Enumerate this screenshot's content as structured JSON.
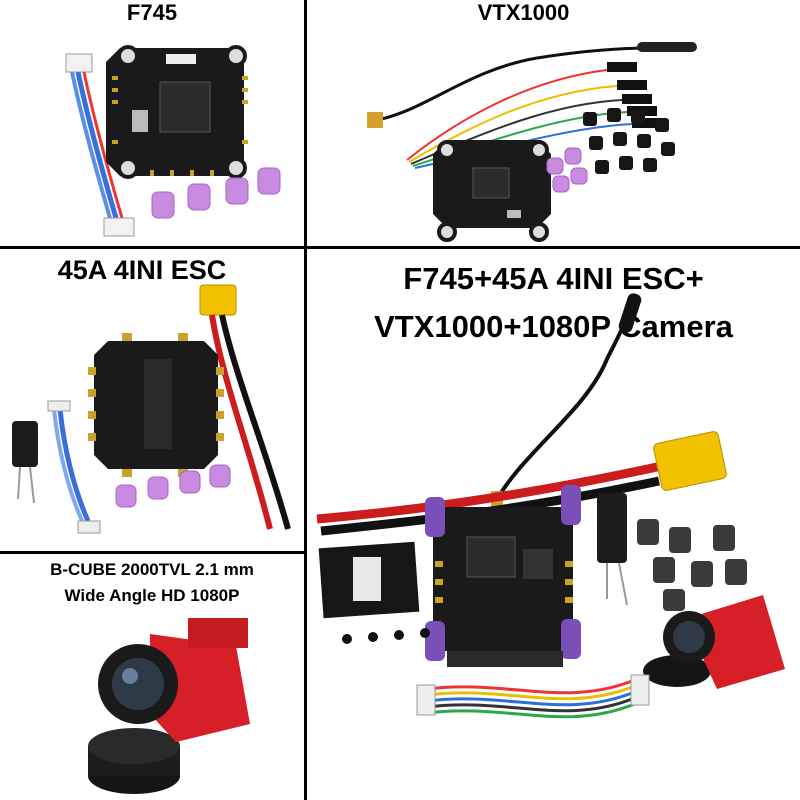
{
  "panels": {
    "f745": {
      "title": "F745"
    },
    "vtx": {
      "title": "VTX1000"
    },
    "esc": {
      "title": "45A 4INI ESC"
    },
    "camera": {
      "title_line1": "B-CUBE 2000TVL 2.1 mm",
      "title_line2": "Wide Angle HD 1080P"
    },
    "combo": {
      "title_line1": "F745+45A 4INI ESC+",
      "title_line2": "VTX1000+1080P Camera"
    }
  },
  "colors": {
    "background": "#ffffff",
    "divider": "#000000",
    "board": "#1a1a1a",
    "pad_gold": "#c9a227",
    "standoff_purple": "#c98be0",
    "stack_purple": "#7a4fb8",
    "camera_red": "#d61f26",
    "xt60_yellow": "#f2c200"
  },
  "icons": [
    "flight-controller-board",
    "vtx-board",
    "esc-board",
    "capacitor",
    "xt60-connector",
    "fpv-camera",
    "antenna",
    "cable-harness",
    "rubber-grommet"
  ]
}
